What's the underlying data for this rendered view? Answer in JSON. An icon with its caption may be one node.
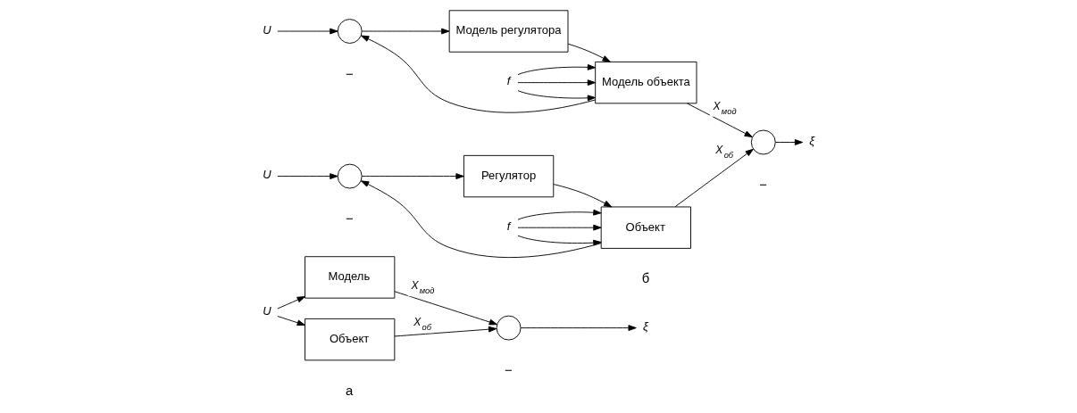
{
  "diagram": {
    "nodes": [
      {
        "text": [
          "U"
        ]
      },
      {
        "text": [
          "Модель"
        ]
      },
      {
        "text": [
          "Объект"
        ]
      },
      {
        "text": [],
        "shape": "circle"
      },
      {
        "text": [
          "ξ"
        ]
      },
      {
        "text": [
          "U"
        ]
      },
      {
        "text": [],
        "shape": "circle"
      },
      {
        "text": [
          "Модель регулятора"
        ]
      },
      {
        "text": [
          "f"
        ]
      },
      {
        "text": [
          "Модель объекта"
        ]
      },
      {
        "text": [
          "U"
        ]
      },
      {
        "text": [],
        "shape": "circle"
      },
      {
        "text": [
          "Регулятор"
        ]
      },
      {
        "text": [
          "f"
        ]
      },
      {
        "text": [
          "Объект"
        ]
      },
      {
        "text": [],
        "shape": "circle"
      },
      {
        "text": [
          "ξ"
        ]
      }
    ],
    "edges": [
      {
        "from": 0,
        "to": 1,
        "arrow": "to"
      },
      {
        "from": 0,
        "to": 2,
        "arrow": "to"
      },
      {
        "from": 1,
        "to": 3,
        "arrow": "to",
        "label": "X$_{мод}$"
      },
      {
        "from": 2,
        "to": 3,
        "arrow": "to",
        "label": "X$_{об}$"
      },
      {
        "from": 3,
        "to": 4,
        "arrow": "to"
      },
      {
        "from": 5,
        "to": 6,
        "arrow": "to"
      },
      {
        "from": 6,
        "to": 7,
        "arrow": "to"
      },
      {
        "from": 7,
        "to": 9,
        "arrow": "to"
      },
      {
        "from": 8,
        "to": 9,
        "arrow": "to"
      },
      {
        "from": 8,
        "to": 9,
        "arrow": "to"
      },
      {
        "from": 8,
        "to": 9,
        "arrow": "to"
      },
      {
        "from": 9,
        "to": 6,
        "arrow": "to"
      },
      {
        "from": 9,
        "to": 15,
        "arrow": "to",
        "label": "X$_{мод}$"
      },
      {
        "from": 10,
        "to": 11,
        "arrow": "to"
      },
      {
        "from": 11,
        "to": 12,
        "arrow": "to"
      },
      {
        "from": 12,
        "to": 14,
        "arrow": "to"
      },
      {
        "from": 13,
        "to": 14,
        "arrow": "to"
      },
      {
        "from": 13,
        "to": 14,
        "arrow": "to"
      },
      {
        "from": 13,
        "to": 14,
        "arrow": "to"
      },
      {
        "from": 14,
        "to": 11,
        "arrow": "to"
      },
      {
        "from": 14,
        "to": 15,
        "arrow": "to",
        "label": "X$_{об}$"
      },
      {
        "from": 15,
        "to": 16,
        "arrow": "to"
      }
    ],
    "labels": [
      "−",
      "а",
      "−",
      "−",
      "−",
      "б"
    ]
  }
}
